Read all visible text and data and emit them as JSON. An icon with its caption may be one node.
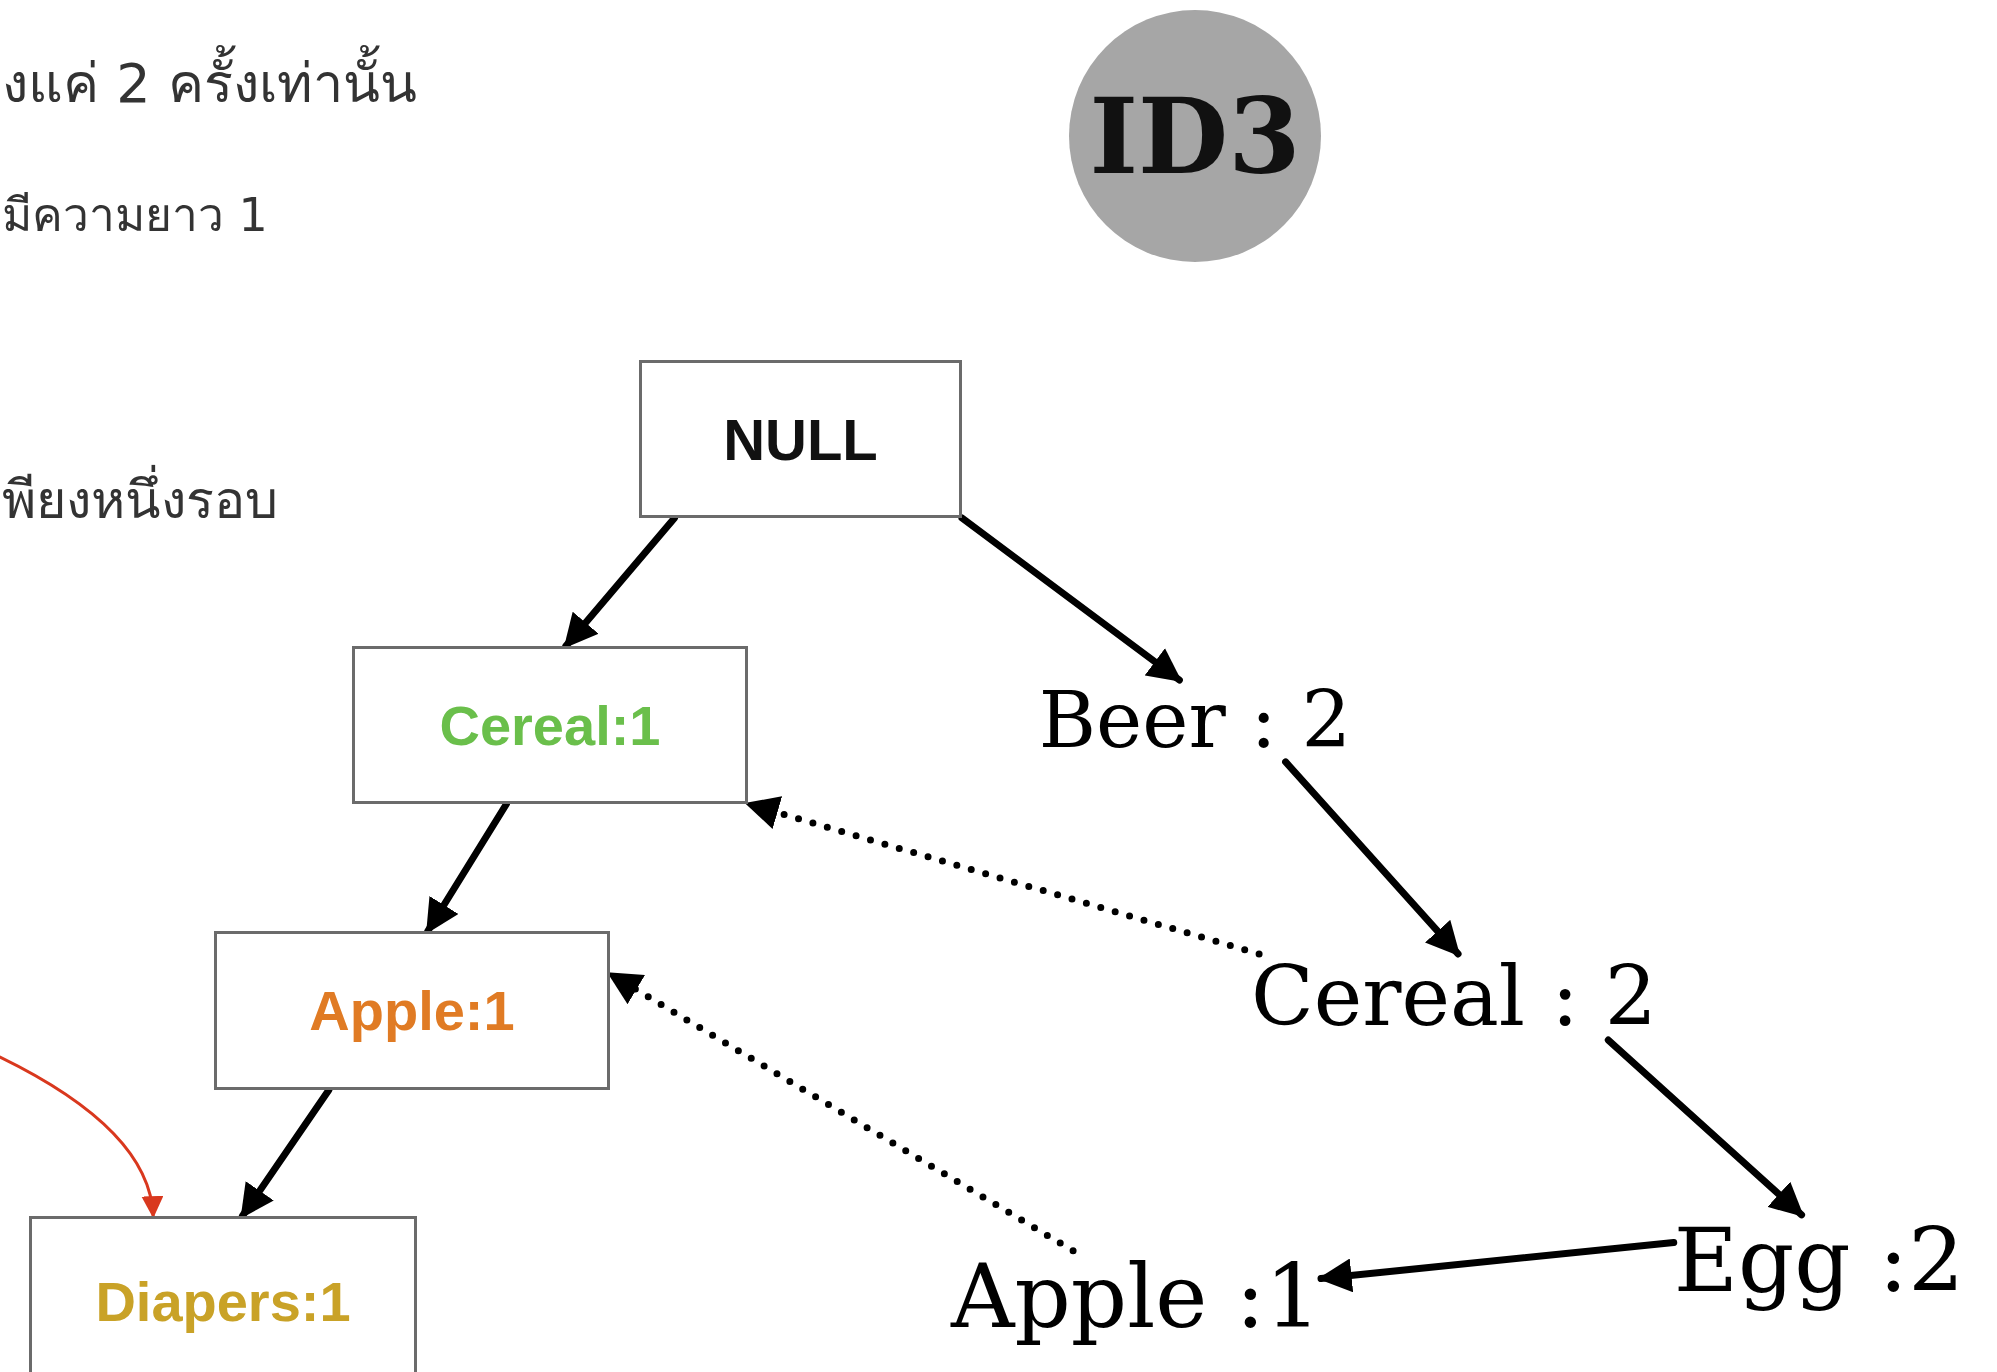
{
  "diagram": {
    "nodes": [
      {
        "text": [
          "ID3"
        ]
      },
      {
        "text": [
          "NULL"
        ]
      },
      {
        "text": [
          "Cereal:1"
        ]
      },
      {
        "text": [
          "Apple:1"
        ]
      },
      {
        "text": [
          "Diapers:1"
        ]
      },
      {
        "text": [
          "Beer : 2"
        ]
      },
      {
        "text": [
          "Cereal : 2"
        ]
      },
      {
        "text": [
          "Egg :2"
        ]
      },
      {
        "text": [
          "Apple :1"
        ]
      }
    ],
    "edges": [
      {
        "from": 1,
        "to": 2,
        "arrow": "to"
      },
      {
        "from": 1,
        "to": 5,
        "arrow": "to"
      },
      {
        "from": 2,
        "to": 3,
        "arrow": "to"
      },
      {
        "from": 3,
        "to": 4,
        "arrow": "to"
      },
      {
        "from": 5,
        "to": 6,
        "arrow": "to"
      },
      {
        "from": 6,
        "to": 7,
        "arrow": "to"
      },
      {
        "from": 7,
        "to": 8,
        "arrow": "to"
      },
      {
        "from": 6,
        "to": 2,
        "arrow": "to",
        "style": "dashed"
      },
      {
        "from": 8,
        "to": 3,
        "arrow": "to",
        "style": "dashed"
      },
      {
        "from": null,
        "to": 4,
        "arrow": "to",
        "color": "#d9381e"
      }
    ],
    "labels": [
      "งแค่ 2 ครั้งเท่านั้น",
      "มีความยาว 1",
      "พียงหนึ่งรอบ"
    ]
  }
}
